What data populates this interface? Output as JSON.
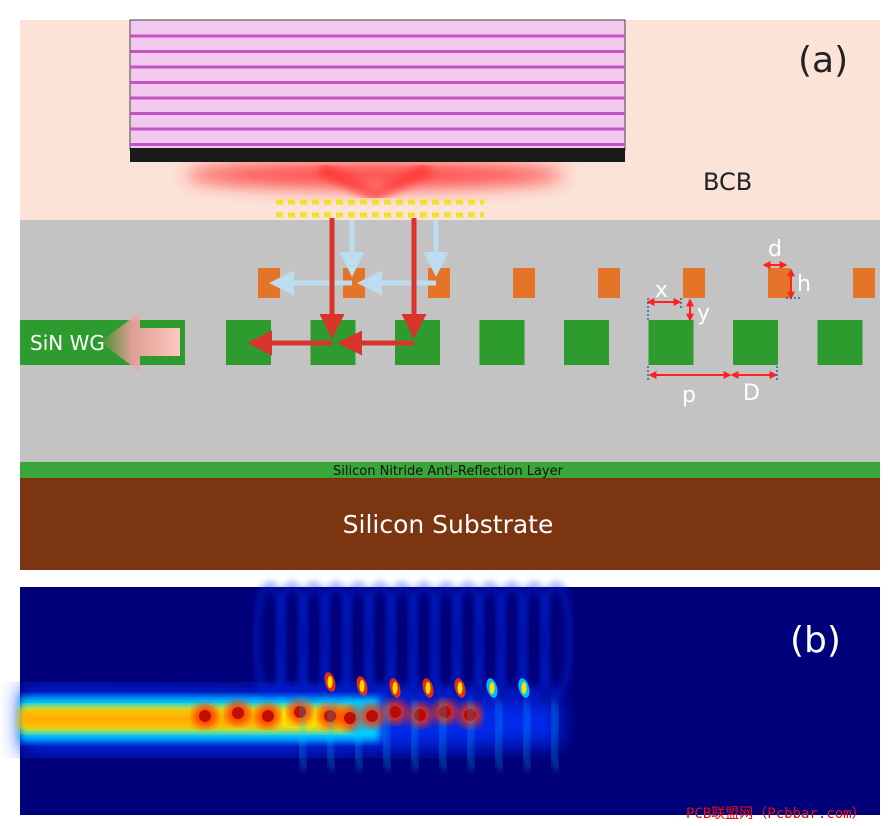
{
  "panel_a": {
    "label": "(a)",
    "bcb_label": "BCB",
    "sin_wg_label": "SiN WG",
    "ar_layer_label": "Silicon Nitride Anti-Reflection Layer",
    "substrate_label": "Silicon Substrate",
    "dimensions": {
      "d": "d",
      "h": "h",
      "x": "x",
      "y": "y",
      "p": "p",
      "D": "D"
    },
    "colors": {
      "bcb": "#fbe3d8",
      "cladding": "#c3c3c3",
      "sin_green": "#2e9b2e",
      "si_orange": "#e57428",
      "substrate": "#7b3510",
      "grating_pink": "#f2c9ee",
      "grating_line": "#c353c0",
      "arrow_red": "#d9342b",
      "arrow_lightblue": "#bcdcf0",
      "dotted_yellow": "#f2e227"
    }
  },
  "panel_b": {
    "label": "(b)",
    "colormap": [
      "#00007a",
      "#0030ff",
      "#00d0ff",
      "#ffe000",
      "#ff3000",
      "#b00000"
    ]
  },
  "watermark": "PCB联盟网（Pcbbar.com）"
}
